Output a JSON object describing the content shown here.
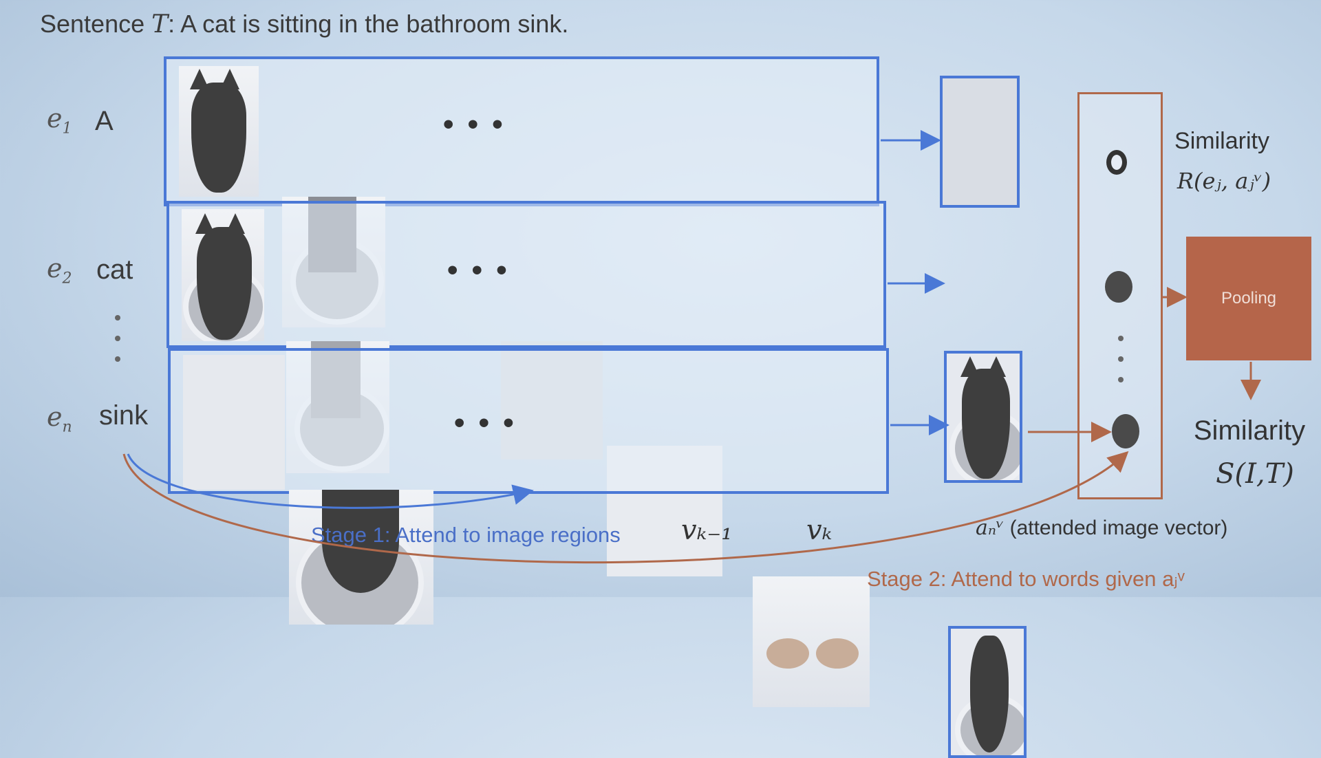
{
  "title": {
    "prefix": "Sentence ",
    "var": "T",
    "suffix": ": A cat is sitting in the bathroom sink."
  },
  "rows": [
    {
      "e": "e",
      "sub": "1",
      "word": "A"
    },
    {
      "e": "e",
      "sub": "2",
      "word": "cat"
    },
    {
      "e": "e",
      "sub": "n",
      "word": "sink"
    }
  ],
  "ellipsis": "• • •",
  "similarity_local": {
    "label": "Similarity",
    "formula": "R(eⱼ, aⱼᵛ)"
  },
  "pooling": "Pooling",
  "similarity_global": {
    "label": "Similarity",
    "formula": "S(I,T)"
  },
  "stage1": "Stage 1: Attend to image regions",
  "stage2": "Stage 2: Attend to words given aⱼᵛ",
  "v_prev": "vₖ₋₁",
  "v_k": "vₖ",
  "attended": {
    "symbol": "aₙᵛ",
    "desc": "(attended image vector)"
  },
  "colors": {
    "blue": "#4a78d6",
    "orange": "#b0684a",
    "node_dark": "#4a4a4a"
  }
}
